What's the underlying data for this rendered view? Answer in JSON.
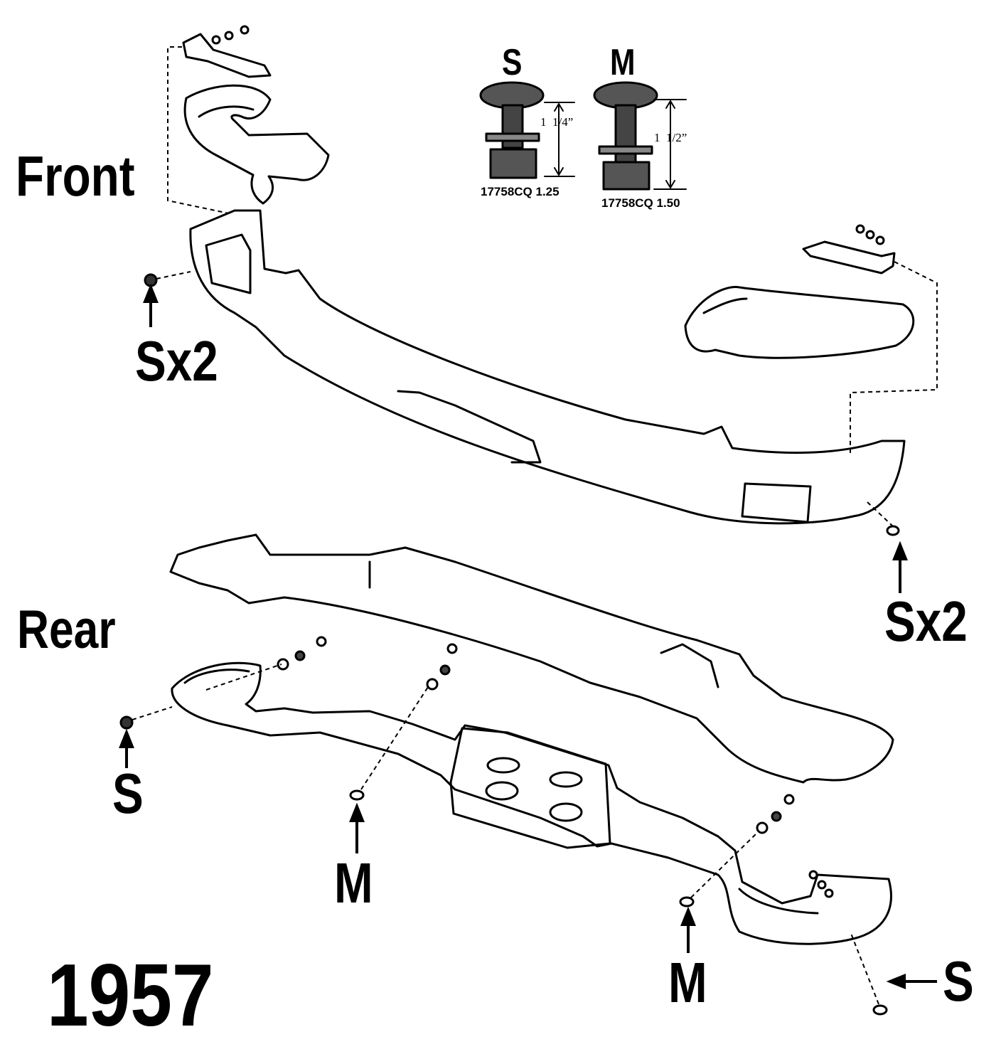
{
  "sections": {
    "front": "Front",
    "rear": "Rear"
  },
  "year": "1957",
  "bolts": {
    "s": {
      "label": "S",
      "length": "1  1/4”",
      "part_number": "17758CQ 1.25"
    },
    "m": {
      "label": "M",
      "length": "1  1/2”",
      "part_number": "17758CQ 1.50"
    }
  },
  "callouts": {
    "front_left": "Sx2",
    "front_right": "Sx2",
    "rear_left_end": "S",
    "rear_center": "M",
    "rear_right": "M",
    "rear_right_end": "S"
  }
}
